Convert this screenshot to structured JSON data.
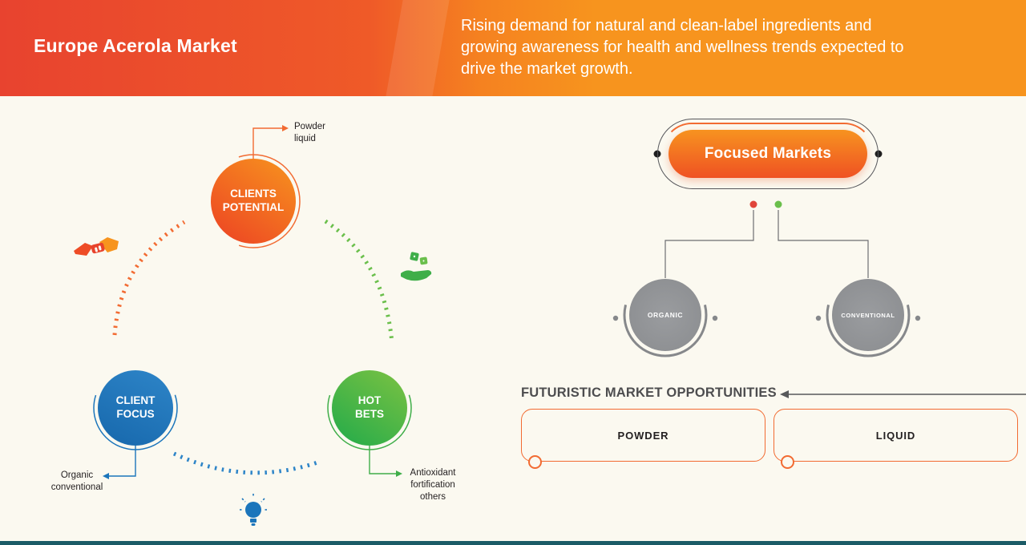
{
  "header": {
    "title": "Europe Acerola Market",
    "description_lines": [
      "Rising demand for natural and clean-label ingredients and",
      "growing awareness for health and wellness trends expected to",
      "drive the market growth."
    ]
  },
  "strategy_diagram": {
    "nodes": {
      "clients_potential": {
        "line1": "CLIENTS",
        "line2": "POTENTIAL",
        "color": "#f26522"
      },
      "client_focus": {
        "line1": "CLIENT",
        "line2": "FOCUS",
        "color": "#1b75bb"
      },
      "hot_bets": {
        "line1": "HOT",
        "line2": "BETS",
        "color": "#3fae49"
      }
    },
    "callouts": {
      "clients_potential": {
        "line1": "Powder",
        "line2": "liquid"
      },
      "client_focus": {
        "line1": "Organic",
        "line2": "conventional"
      },
      "hot_bets": {
        "line1": "Antioxidant",
        "line2": "fortification",
        "line3": "others"
      }
    },
    "icons": [
      "handshake-icon",
      "dice-hand-icon",
      "lightbulb-icon"
    ]
  },
  "market_tree": {
    "root_label": "Focused Markets",
    "branches": [
      {
        "label": "ORGANIC",
        "dot_color": "#e0453a"
      },
      {
        "label": "CONVENTIONAL",
        "dot_color": "#6abf4b"
      }
    ]
  },
  "opportunities": {
    "title": "FUTURISTIC MARKET OPPORTUNITIES",
    "items": [
      {
        "label": "POWDER"
      },
      {
        "label": "LIQUID"
      }
    ]
  },
  "colors": {
    "header_left": "#e8432f",
    "header_right": "#f7941e",
    "background": "#fbf9f0",
    "orange": "#f26b32",
    "blue": "#1b75bb",
    "green": "#3fae49",
    "gray_circle": "#8e9093",
    "bottom_bar": "#1b5b66"
  }
}
